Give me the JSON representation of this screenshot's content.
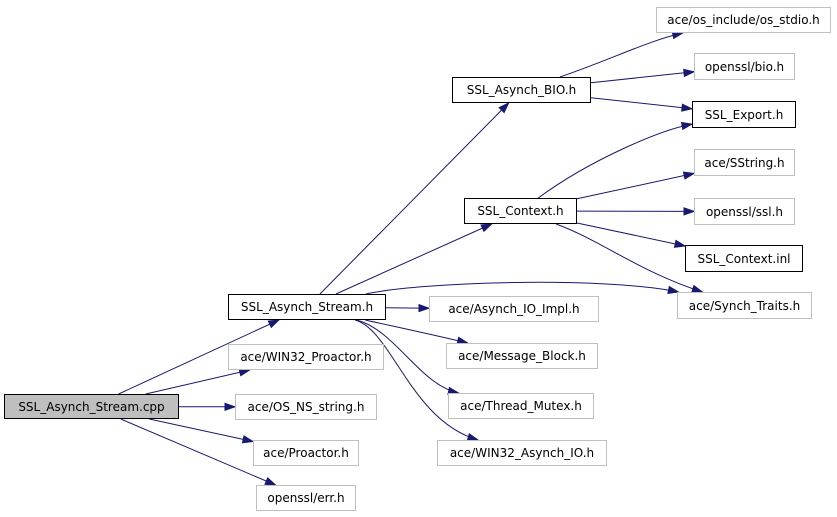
{
  "graph": {
    "title": "",
    "edge_color": "#191970",
    "root_fill": "#bfbfbf",
    "external_border": "#bfbfbf",
    "nodes": [
      {
        "id": "n_root",
        "label": "SSL_Asynch_Stream.cpp",
        "kind": "root"
      },
      {
        "id": "n_stream_h",
        "label": "SSL_Asynch_Stream.h",
        "kind": "documented"
      },
      {
        "id": "n_win32_proactor",
        "label": "ace/WIN32_Proactor.h",
        "kind": "external"
      },
      {
        "id": "n_os_ns_string",
        "label": "ace/OS_NS_string.h",
        "kind": "external"
      },
      {
        "id": "n_proactor",
        "label": "ace/Proactor.h",
        "kind": "external"
      },
      {
        "id": "n_openssl_err",
        "label": "openssl/err.h",
        "kind": "external"
      },
      {
        "id": "n_bio_h",
        "label": "SSL_Asynch_BIO.h",
        "kind": "documented"
      },
      {
        "id": "n_context_h",
        "label": "SSL_Context.h",
        "kind": "documented"
      },
      {
        "id": "n_synch_traits",
        "label": "ace/Synch_Traits.h",
        "kind": "external"
      },
      {
        "id": "n_asynch_io_impl",
        "label": "ace/Asynch_IO_Impl.h",
        "kind": "external"
      },
      {
        "id": "n_message_block",
        "label": "ace/Message_Block.h",
        "kind": "external"
      },
      {
        "id": "n_thread_mutex",
        "label": "ace/Thread_Mutex.h",
        "kind": "external"
      },
      {
        "id": "n_win32_asynch_io",
        "label": "ace/WIN32_Asynch_IO.h",
        "kind": "external"
      },
      {
        "id": "n_os_stdio",
        "label": "ace/os_include/os_stdio.h",
        "kind": "external"
      },
      {
        "id": "n_openssl_bio",
        "label": "openssl/bio.h",
        "kind": "external"
      },
      {
        "id": "n_ssl_export",
        "label": "SSL_Export.h",
        "kind": "documented"
      },
      {
        "id": "n_sstring",
        "label": "ace/SString.h",
        "kind": "external"
      },
      {
        "id": "n_openssl_ssl",
        "label": "openssl/ssl.h",
        "kind": "external"
      },
      {
        "id": "n_context_inl",
        "label": "SSL_Context.inl",
        "kind": "documented"
      }
    ],
    "edges": [
      [
        "n_root",
        "n_stream_h"
      ],
      [
        "n_root",
        "n_win32_proactor"
      ],
      [
        "n_root",
        "n_os_ns_string"
      ],
      [
        "n_root",
        "n_proactor"
      ],
      [
        "n_root",
        "n_openssl_err"
      ],
      [
        "n_stream_h",
        "n_bio_h"
      ],
      [
        "n_stream_h",
        "n_context_h"
      ],
      [
        "n_stream_h",
        "n_synch_traits"
      ],
      [
        "n_stream_h",
        "n_asynch_io_impl"
      ],
      [
        "n_stream_h",
        "n_message_block"
      ],
      [
        "n_stream_h",
        "n_thread_mutex"
      ],
      [
        "n_stream_h",
        "n_win32_asynch_io"
      ],
      [
        "n_bio_h",
        "n_os_stdio"
      ],
      [
        "n_bio_h",
        "n_openssl_bio"
      ],
      [
        "n_bio_h",
        "n_ssl_export"
      ],
      [
        "n_context_h",
        "n_ssl_export"
      ],
      [
        "n_context_h",
        "n_sstring"
      ],
      [
        "n_context_h",
        "n_openssl_ssl"
      ],
      [
        "n_context_h",
        "n_context_inl"
      ],
      [
        "n_context_h",
        "n_synch_traits"
      ]
    ]
  }
}
